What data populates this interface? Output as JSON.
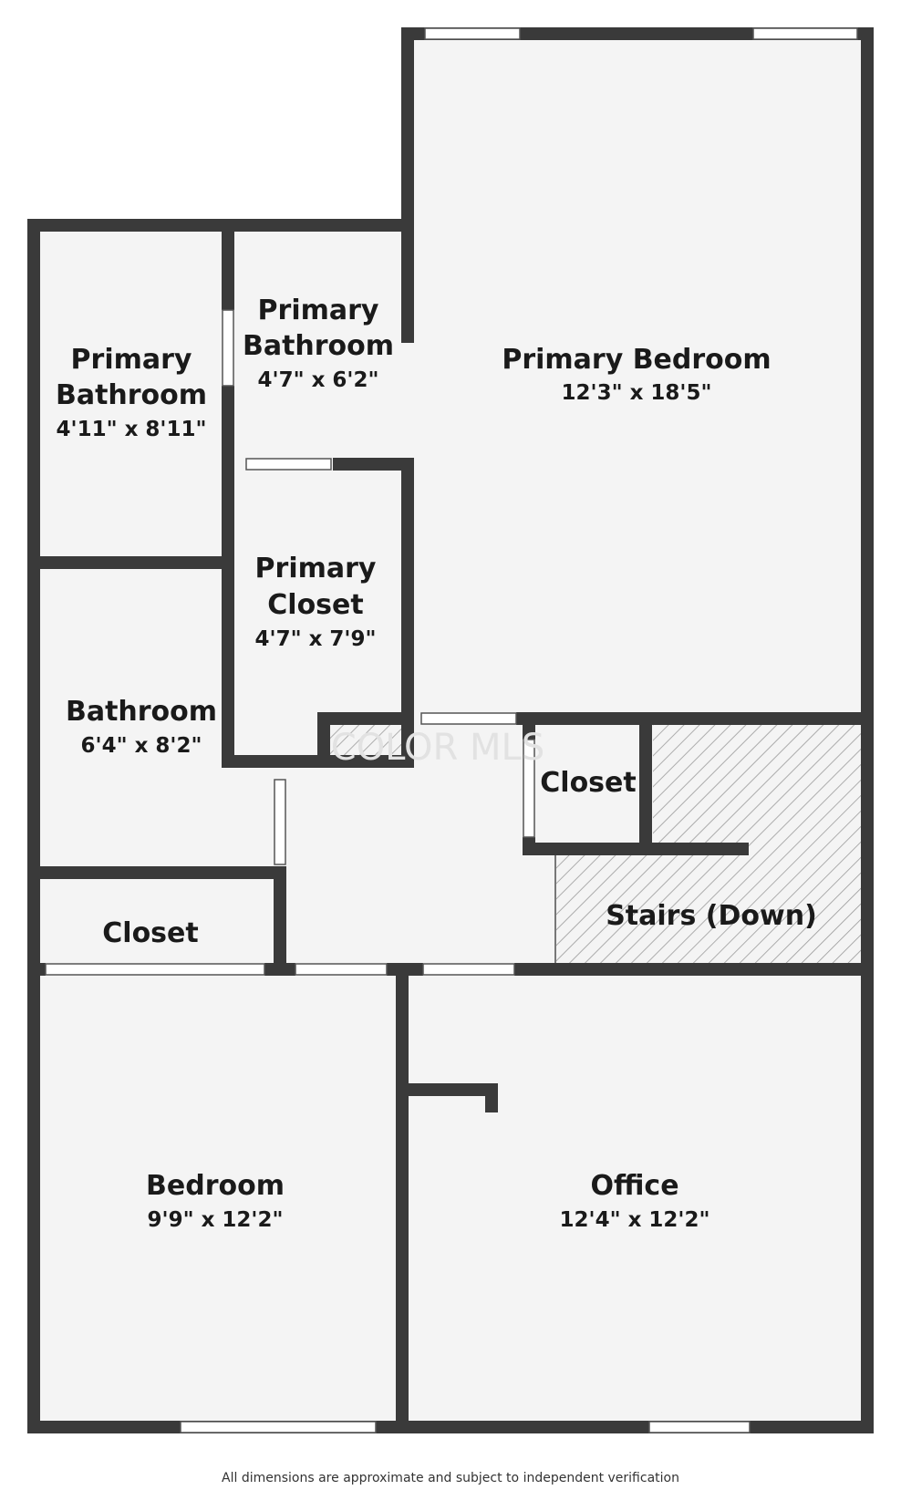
{
  "rooms": {
    "primary_bedroom": {
      "name": "Primary Bedroom",
      "dims": "12'3\" x 18'5\""
    },
    "primary_bathroom_small": {
      "name_line1": "Primary",
      "name_line2": "Bathroom",
      "dims": "4'7\" x 6'2\""
    },
    "primary_bathroom_large": {
      "name_line1": "Primary",
      "name_line2": "Bathroom",
      "dims": "4'11\" x 8'11\""
    },
    "primary_closet": {
      "name_line1": "Primary",
      "name_line2": "Closet",
      "dims": "4'7\" x 7'9\""
    },
    "bathroom": {
      "name": "Bathroom",
      "dims": "6'4\" x 8'2\""
    },
    "closet_left": {
      "name": "Closet"
    },
    "closet_right": {
      "name": "Closet"
    },
    "stairs": {
      "name": "Stairs (Down)"
    },
    "bedroom": {
      "name": "Bedroom",
      "dims": "9'9\" x 12'2\""
    },
    "office": {
      "name": "Office",
      "dims": "12'4\" x 12'2\""
    }
  },
  "watermark": "COLOR MLS",
  "footer_note": "All dimensions are approximate and subject to independent verification",
  "colors": {
    "wall": "#3a3a3a",
    "floor": "#f4f4f4",
    "opening": "#ffffff",
    "hatch": "#9a9a9a"
  }
}
